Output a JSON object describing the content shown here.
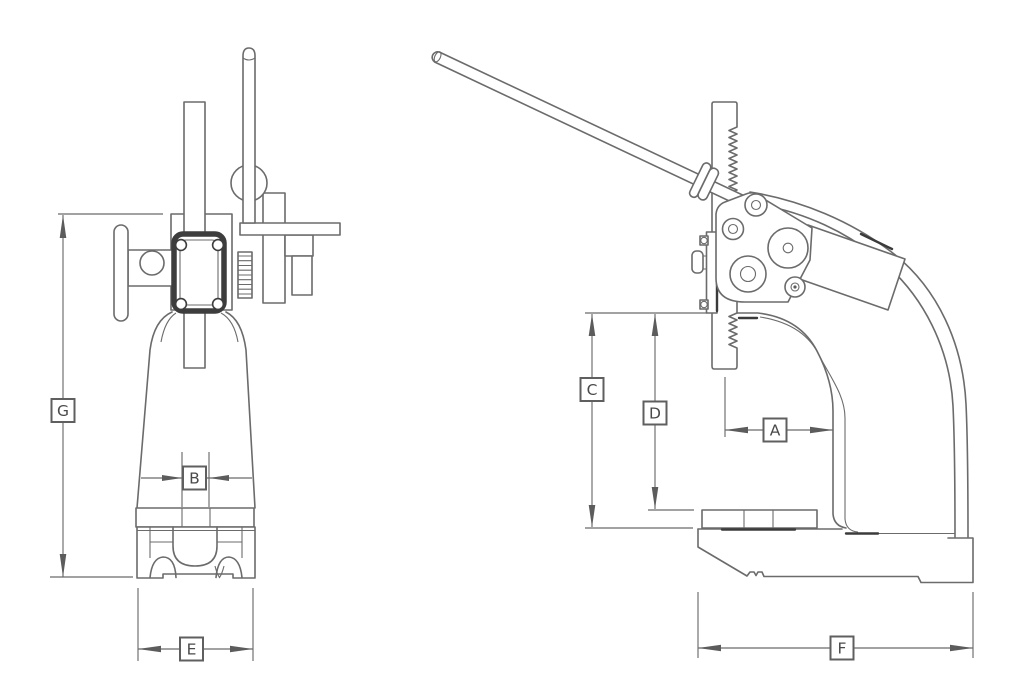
{
  "drawing": {
    "background_color": "#ffffff",
    "line_color": "#6b6b6b",
    "dark_line_color": "#3b3b3b",
    "label_text_color": "#4a4a4a",
    "labels": {
      "A": "A",
      "B": "B",
      "C": "C",
      "D": "D",
      "E": "E",
      "F": "F",
      "G": "G"
    },
    "views": {
      "front": {
        "dimension_labels": [
          "G",
          "B",
          "E"
        ]
      },
      "side": {
        "dimension_labels": [
          "C",
          "D",
          "A",
          "F"
        ]
      }
    }
  }
}
